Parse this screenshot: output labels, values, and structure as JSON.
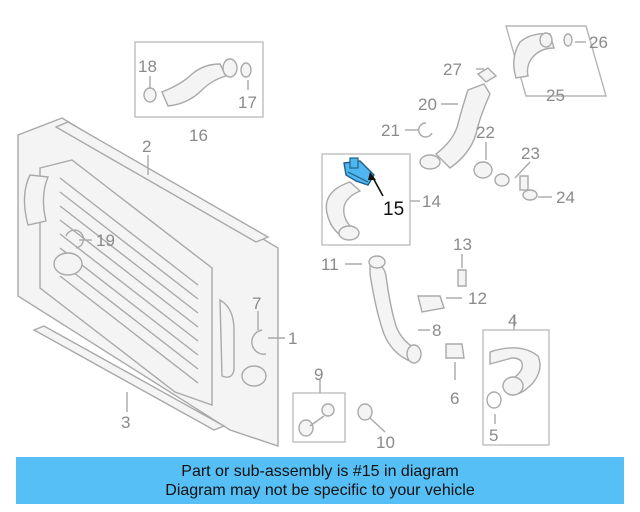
{
  "callouts": {
    "c1": "1",
    "c2": "2",
    "c3": "3",
    "c4": "4",
    "c5": "5",
    "c6": "6",
    "c7": "7",
    "c8": "8",
    "c9": "9",
    "c10": "10",
    "c11": "11",
    "c12": "12",
    "c13": "13",
    "c14": "14",
    "c15": "15",
    "c16": "16",
    "c17": "17",
    "c18": "18",
    "c19": "19",
    "c20": "20",
    "c21": "21",
    "c22": "22",
    "c23": "23",
    "c24": "24",
    "c25": "25",
    "c26": "26",
    "c27": "27"
  },
  "highlight": {
    "part": "15",
    "color": "#4fb6f0"
  },
  "banner": {
    "line1": "Part or sub-assembly is #15 in diagram",
    "line2": "Diagram may not be specific to your vehicle",
    "color": "#56bff5"
  }
}
